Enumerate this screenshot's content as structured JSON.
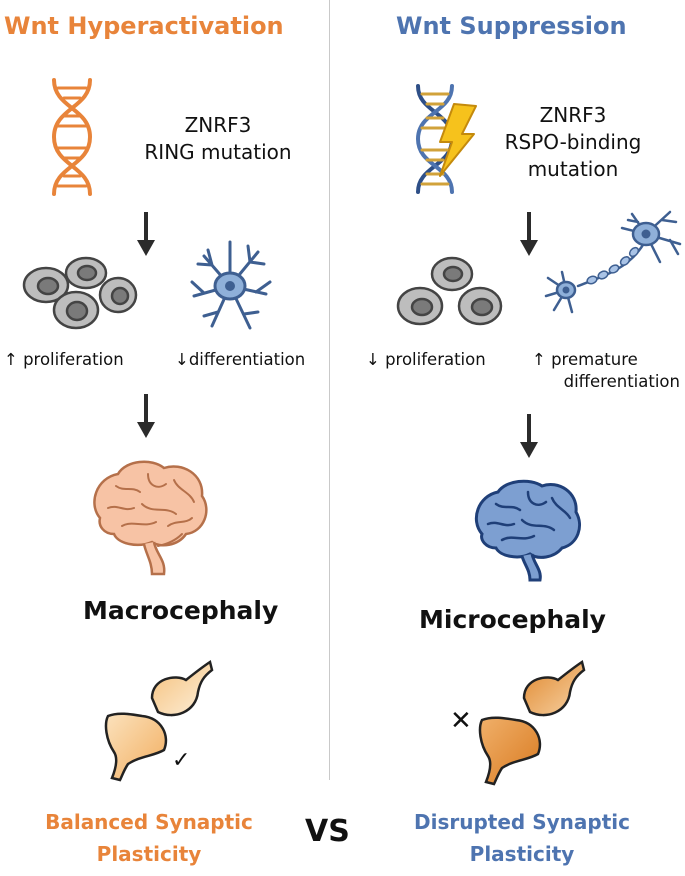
{
  "colors": {
    "orange": "#e8843a",
    "blue": "#4e74b0",
    "arrow": "#2b2b2b"
  },
  "left": {
    "title": "Wnt Hyperactivation",
    "gene_line1": "ZNRF3",
    "gene_line2": "RING mutation",
    "effect_proliferation": "↑ proliferation",
    "effect_differentiation": "↓differentiation",
    "outcome": "Macrocephaly",
    "plasticity_line1": "Balanced Synaptic",
    "plasticity_line2": "Plasticity",
    "mark": "✓"
  },
  "right": {
    "title": "Wnt Suppression",
    "gene_line1": "ZNRF3",
    "gene_line2": "RSPO-binding",
    "gene_line3": "mutation",
    "effect_proliferation": "↓ proliferation",
    "effect_differentiation_line1": "↑ premature",
    "effect_differentiation_line2": "differentiation",
    "outcome": "Microcephaly",
    "plasticity_line1": "Disrupted Synaptic",
    "plasticity_line2": "Plasticity",
    "mark": "✕"
  },
  "vs_label": "VS"
}
